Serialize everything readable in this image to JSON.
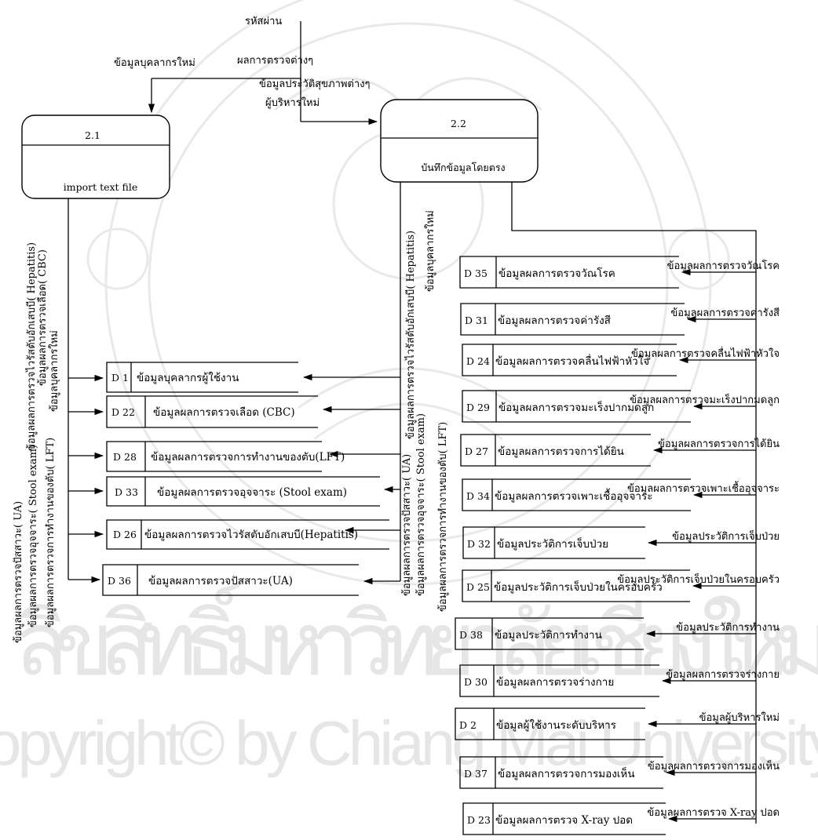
{
  "watermark": {
    "line1": "ลิขสิทธิ์มหาวิทยาลัยเชียงใหม่",
    "line2": "Copyright© by Chiang Mai University",
    "color": "#e8e8e8"
  },
  "processes": [
    {
      "id": "2.1",
      "name": "import text file"
    },
    {
      "id": "2.2",
      "name": "บันทึกข้อมูลโดยตรง"
    }
  ],
  "top_flows": {
    "password": "รหัสผ่าน",
    "new_personnel": "ข้อมูลบุคลากรใหม่",
    "exam_results": "ผลการตรวจต่างๆ",
    "health_history": "ข้อมูลประวัติสุขภาพต่างๆ",
    "new_executive": "ผู้บริหารใหม่"
  },
  "left_vertical_flows": [
    "ข้อมูลผลการตรวจไวรัสตับอักเสบบี( Hepatitis)",
    "ข้อมูลผลการตรวจเลือด( CBC)",
    "ข้อมูลบุคลากรใหม่",
    "ข้อมูลผลการตรวจปัสสาวะ( UA)",
    "ข้อมูลผลการตรวจอุจจาระ( Stool exam)",
    "ข้อมูลผลการตรวจการทำงานของตับ( LFT)"
  ],
  "mid_vertical_flows": [
    "ข้อมูลผลการตรวจไวรัสตับอักเสบบี( Hepatitis)",
    "ข้อมูลบุคลากรใหม่",
    "ข้อมูลผลการตรวจปัสสาวะ( UA)",
    "ข้อมูลผลการตรวจอุจจาระ( Stool exam)",
    "ข้อมูลผลการตรวจการทำงานของตับ( LFT)"
  ],
  "left_stores": [
    {
      "id": "D 1",
      "name": "ข้อมูลบุคลากรผู้ใช้งาน"
    },
    {
      "id": "D 22",
      "name": "ข้อมูลผลการตรวจเลือด (CBC)"
    },
    {
      "id": "D 28",
      "name": "ข้อมูลผลการตรวจการทำงานของตับ(LFT)"
    },
    {
      "id": "D 33",
      "name": "ข้อมูลผลการตรวจอุจจาระ (Stool exam)"
    },
    {
      "id": "D 26",
      "name": "ข้อมูลผลการตรวจไวรัสตับอักเสบบี(Hepatitis)"
    },
    {
      "id": "D 36",
      "name": "ข้อมูลผลการตรวจปัสสาวะ(UA)"
    }
  ],
  "right_stores": [
    {
      "id": "D 35",
      "name": "ข้อมูลผลการตรวจวัณโรค",
      "flow": "ข้อมูลผลการตรวจวัณโรค"
    },
    {
      "id": "D 31",
      "name": "ข้อมูลผลการตรวจค่ารังสี",
      "flow": "ข้อมูลผลการตรวจค่ารังสี"
    },
    {
      "id": "D 24",
      "name": "ข้อมูลผลการตรวจคลื่นไฟฟ้าหัวใจ",
      "flow": "ข้อมูลผลการตรวจคลื่นไฟฟ้าหัวใจ"
    },
    {
      "id": "D 29",
      "name": "ข้อมูลผลการตรวจมะเร็งปากมดลูก",
      "flow": "ข้อมูลผลการตรวจมะเร็งปากมดลูก"
    },
    {
      "id": "D 27",
      "name": "ข้อมูลผลการตรวจการได้ยิน",
      "flow": "ข้อมูลผลการตรวจการได้ยิน"
    },
    {
      "id": "D 34",
      "name": "ข้อมูลผลการตรวจเพาะเชื้ออุจจาระ",
      "flow": "ข้อมูลผลการตรวจเพาะเชื้ออุจจาระ"
    },
    {
      "id": "D 32",
      "name": "ข้อมูลประวัติการเจ็บป่วย",
      "flow": "ข้อมูลประวัติการเจ็บป่วย"
    },
    {
      "id": "D 25",
      "name": "ข้อมูลประวัติการเจ็บป่วยในครอบครัว",
      "flow": "ข้อมูลประวัติการเจ็บป่วยในครอบครัว"
    },
    {
      "id": "D 38",
      "name": "ข้อมูลประวัติการทำงาน",
      "flow": "ข้อมูลประวัติการทำงาน"
    },
    {
      "id": "D 30",
      "name": "ข้อมูลผลการตรวจร่างกาย",
      "flow": "ข้อมูลผลการตรวจร่างกาย"
    },
    {
      "id": "D 2",
      "name": "ข้อมูลผู้ใช้งานระดับบริหาร",
      "flow": "ข้อมูลผู้บริหารใหม่"
    },
    {
      "id": "D 37",
      "name": "ข้อมูลผลการตรวจการมองเห็น",
      "flow": "ข้อมูลผลการตรวจการมองเห็น"
    },
    {
      "id": "D 23",
      "name": "ข้อมูลผลการตรวจ X-ray ปอด",
      "flow": "ข้อมูลผลการตรวจ X-ray ปอด"
    }
  ]
}
